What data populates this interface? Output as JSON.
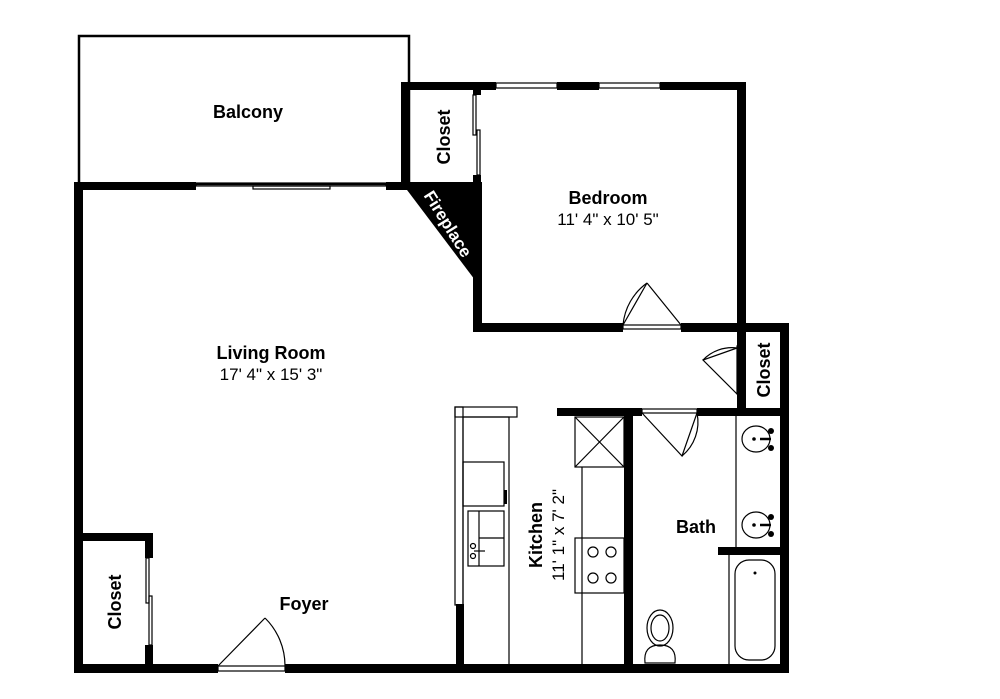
{
  "floor_plan": {
    "rooms": [
      {
        "id": "balcony",
        "name": "Balcony",
        "dimensions": ""
      },
      {
        "id": "closet-top",
        "name": "Closet",
        "dimensions": ""
      },
      {
        "id": "bedroom",
        "name": "Bedroom",
        "dimensions": "11' 4\" x 10' 5\""
      },
      {
        "id": "fireplace",
        "name": "Fireplace",
        "dimensions": ""
      },
      {
        "id": "living-room",
        "name": "Living Room",
        "dimensions": "17' 4\" x 15' 3\""
      },
      {
        "id": "closet-hall",
        "name": "Closet",
        "dimensions": ""
      },
      {
        "id": "kitchen",
        "name": "Kitchen",
        "dimensions": "11' 1\" x 7' 2\""
      },
      {
        "id": "bath",
        "name": "Bath",
        "dimensions": ""
      },
      {
        "id": "closet-foyer",
        "name": "Closet",
        "dimensions": ""
      },
      {
        "id": "foyer",
        "name": "Foyer",
        "dimensions": ""
      }
    ],
    "colors": {
      "wall": "#000000",
      "background": "#ffffff"
    }
  }
}
